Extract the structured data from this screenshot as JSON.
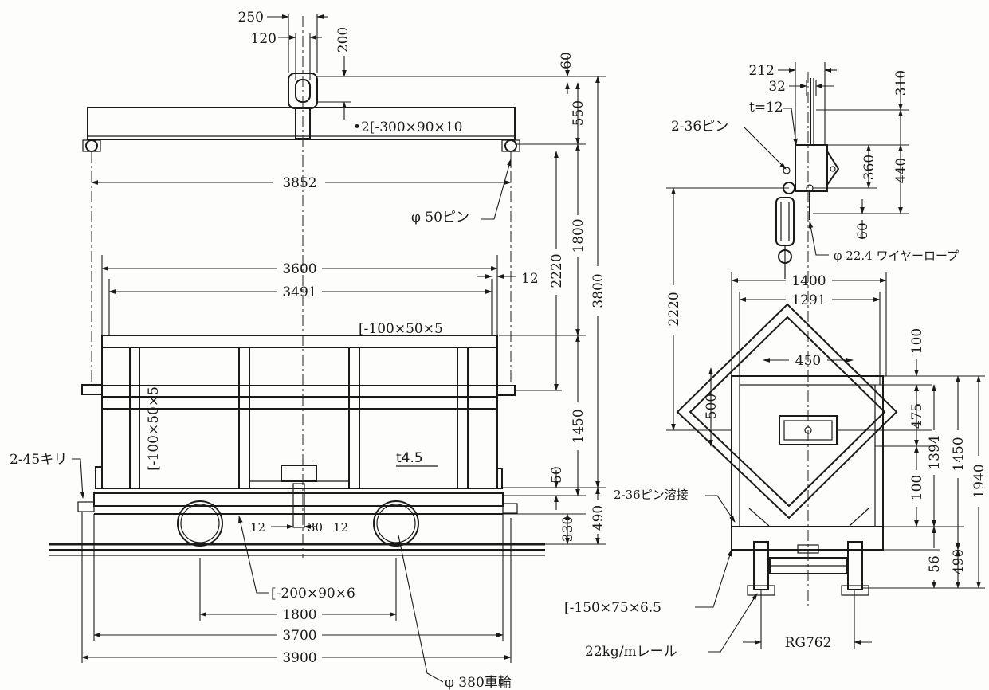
{
  "left_view": {
    "dims": {
      "lug_total": "250",
      "lug_hole": "120",
      "lug_height": "200",
      "beam_length": "3852",
      "box_outer": "3600",
      "box_inner": "3491",
      "plate_thk": "12",
      "frame_width": "3700",
      "overall_width": "3900",
      "wheel_base": "1800",
      "v60": "60",
      "v550": "550",
      "v1800": "1800",
      "v2220": "2220",
      "v3800": "3800",
      "v1450": "1450",
      "v50": "50",
      "v330": "330",
      "v490": "490",
      "pin_gap_l": "12",
      "pin_gap_c": "30",
      "pin_gap_r": "12"
    },
    "labels": {
      "beam_member": "•2[-300×90×10",
      "pin": "φ 50ピン",
      "top_channel": "[-100×50×5",
      "side_channel": "[-100×50×5",
      "thickness": "t4.5",
      "hole": "2-45キリ",
      "base_channel": "[-200×90×6",
      "wheel": "φ 380車輪"
    }
  },
  "right_view": {
    "dims": {
      "w212": "212",
      "w32": "32",
      "v310": "310",
      "v360": "360",
      "v440": "440",
      "v60": "60",
      "v2220": "2220",
      "w1400": "1400",
      "w1291": "1291",
      "w450": "450",
      "v500": "500",
      "v100_top": "100",
      "v475": "475",
      "v1394": "1394",
      "v1450": "1450",
      "v1940": "1940",
      "v100_bot": "100",
      "v56": "56",
      "v490": "490",
      "gauge": "RG762"
    },
    "labels": {
      "plate": "t=12",
      "pin": "2-36ピン",
      "wire": "φ 22.4 ワイヤーロープ",
      "pin_weld": "2-36ピン溶接",
      "channel": "[-150×75×6.5",
      "rail": "22kg/mレール"
    }
  }
}
